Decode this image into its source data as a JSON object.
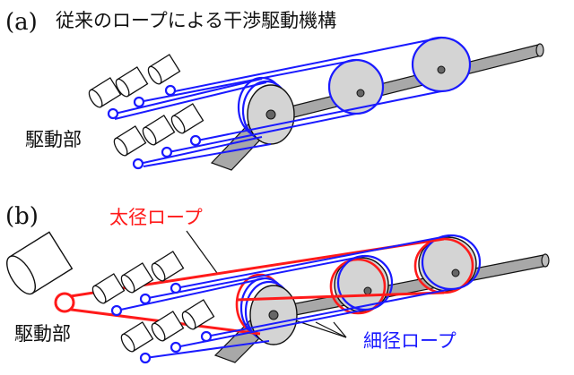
{
  "panel_a": {
    "label": "(a)",
    "title": "従来のロープによる干渉駆動機構",
    "drive_label": "駆動部"
  },
  "panel_b": {
    "label": "(b)",
    "thick_rope_label": "太径ロープ",
    "drive_label": "駆動部",
    "thin_rope_label": "細径ロープ"
  },
  "colors": {
    "thin_rope": "#1a1aff",
    "thick_rope": "#ff1a1a",
    "shaft": "#a8a8a8",
    "pulley": "#d4d4d4",
    "outline": "#111111",
    "text": "#111111"
  }
}
